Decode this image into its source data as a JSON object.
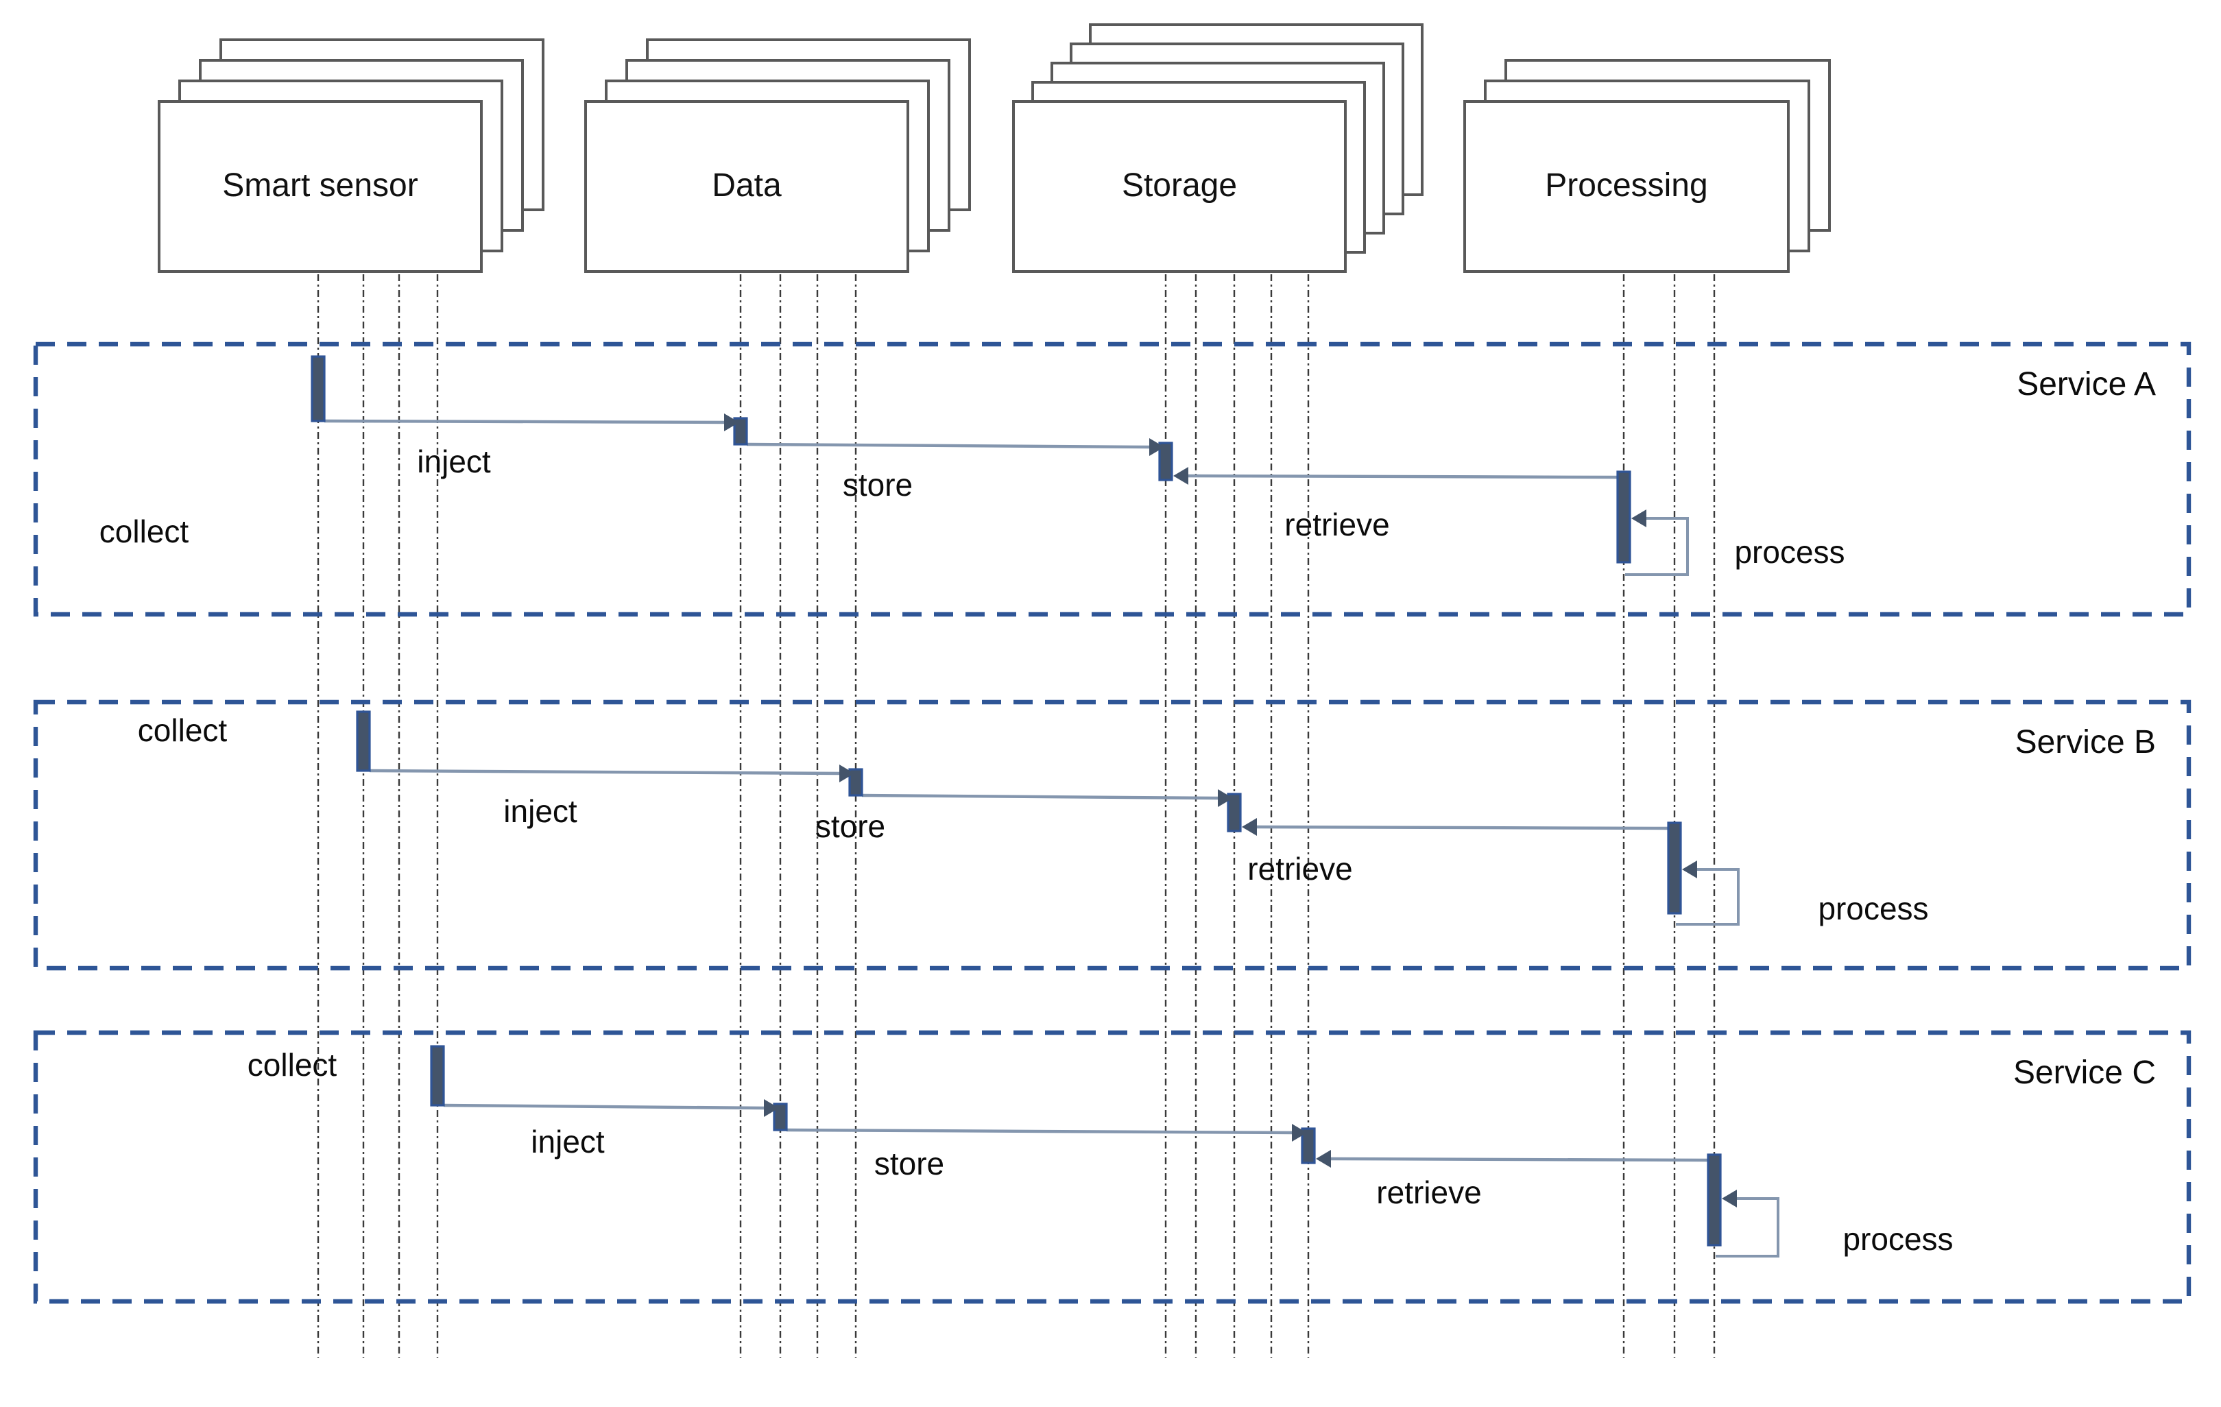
{
  "diagram_type": "uml-sequence-diagram",
  "actors": [
    {
      "id": "smart-sensor",
      "label": "Smart sensor",
      "replicas": 4
    },
    {
      "id": "data",
      "label": "Data",
      "replicas": 4
    },
    {
      "id": "storage",
      "label": "Storage",
      "replicas": 5
    },
    {
      "id": "processing",
      "label": "Processing",
      "replicas": 3
    }
  ],
  "services": [
    {
      "id": "A",
      "label": "Service A",
      "messages": [
        {
          "id": "collect",
          "label": "collect",
          "from": "smart-sensor",
          "to": "smart-sensor",
          "kind": "activation-label"
        },
        {
          "id": "inject",
          "label": "inject",
          "from": "smart-sensor",
          "to": "data",
          "kind": "arrow"
        },
        {
          "id": "store",
          "label": "store",
          "from": "data",
          "to": "storage",
          "kind": "arrow"
        },
        {
          "id": "retrieve",
          "label": "retrieve",
          "from": "processing",
          "to": "storage",
          "kind": "arrow"
        },
        {
          "id": "process",
          "label": "process",
          "from": "processing",
          "to": "processing",
          "kind": "self-loop"
        }
      ]
    },
    {
      "id": "B",
      "label": "Service B",
      "messages": [
        {
          "id": "collect",
          "label": "collect",
          "from": "smart-sensor",
          "to": "smart-sensor",
          "kind": "activation-label"
        },
        {
          "id": "inject",
          "label": "inject",
          "from": "smart-sensor",
          "to": "data",
          "kind": "arrow"
        },
        {
          "id": "store",
          "label": "store",
          "from": "data",
          "to": "storage",
          "kind": "arrow"
        },
        {
          "id": "retrieve",
          "label": "retrieve",
          "from": "processing",
          "to": "storage",
          "kind": "arrow"
        },
        {
          "id": "process",
          "label": "process",
          "from": "processing",
          "to": "processing",
          "kind": "self-loop"
        }
      ]
    },
    {
      "id": "C",
      "label": "Service C",
      "messages": [
        {
          "id": "collect",
          "label": "collect",
          "from": "smart-sensor",
          "to": "smart-sensor",
          "kind": "activation-label"
        },
        {
          "id": "inject",
          "label": "inject",
          "from": "smart-sensor",
          "to": "data",
          "kind": "arrow"
        },
        {
          "id": "store",
          "label": "store",
          "from": "data",
          "to": "storage",
          "kind": "arrow"
        },
        {
          "id": "retrieve",
          "label": "retrieve",
          "from": "processing",
          "to": "storage",
          "kind": "arrow"
        },
        {
          "id": "process",
          "label": "process",
          "from": "processing",
          "to": "processing",
          "kind": "self-loop"
        }
      ]
    }
  ],
  "colors": {
    "frame_border": "#2e5596",
    "activation_fill": "#44546a",
    "activation_border": "#2f5496",
    "message_line": "#8496ae",
    "arrowhead": "#44546a",
    "lifeline": "#3a3a3a",
    "actor_box_border": "#595959",
    "text": "#111111",
    "background": "#ffffff"
  }
}
